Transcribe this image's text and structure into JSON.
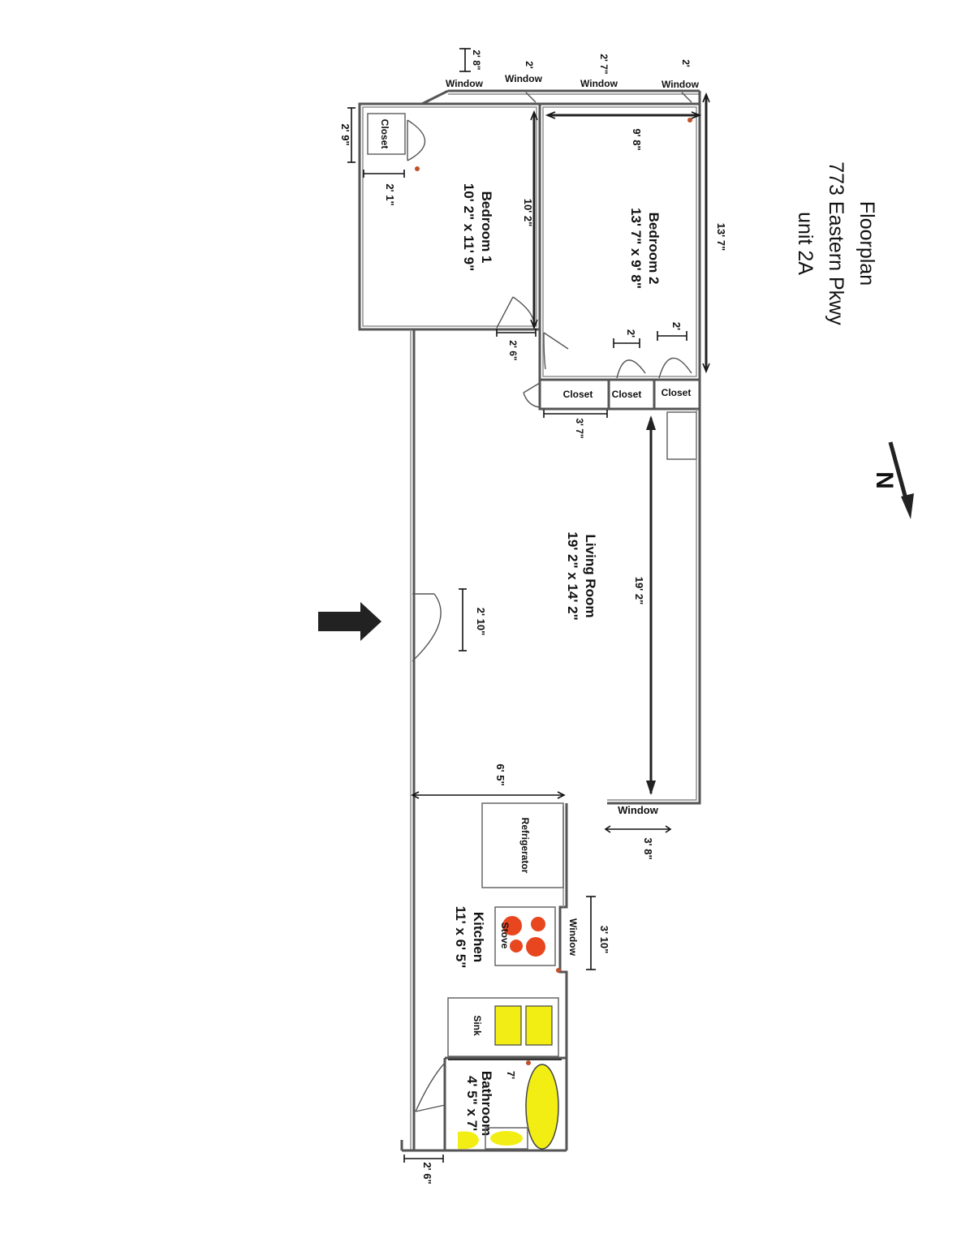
{
  "title": {
    "line1": "Floorplan",
    "line2": "773 Eastern Pkwy",
    "line3": "unit 2A"
  },
  "compass": {
    "label": "N"
  },
  "rooms": {
    "bedroom1": {
      "name": "Bedroom 1",
      "size": "10' 2\" x 11' 9\""
    },
    "bedroom2": {
      "name": "Bedroom 2",
      "size": "13' 7\" x 9' 8\""
    },
    "living": {
      "name": "Living Room",
      "size": "19' 2\" x 14' 2\""
    },
    "kitchen": {
      "name": "Kitchen",
      "size": "11' x 6' 5\""
    },
    "bathroom": {
      "name": "Bathroom",
      "size": "4' 5\" x 7'"
    }
  },
  "closets": {
    "bedroom1": "Closet",
    "hall_a": "Closet",
    "hall_b": "Closet",
    "hall_c": "Closet"
  },
  "fixtures": {
    "refrigerator": "Refrigerator",
    "stove": "Stove",
    "sink": "Sink"
  },
  "windows": {
    "w1": {
      "label": "Window",
      "dim": "2' 8\""
    },
    "w2": {
      "label": "Window",
      "dim": "2'"
    },
    "w3": {
      "label": "Window",
      "dim": "2' 7\""
    },
    "w4": {
      "label": "Window",
      "dim": "2'"
    },
    "living": {
      "label": "Window",
      "dim": "3' 8\""
    },
    "kitchen": {
      "label": "Window",
      "dim": "3' 10\""
    }
  },
  "dimensions": {
    "closet1_height": "2' 9\"",
    "closet1_width": "2' 1\"",
    "bedroom1_length": "10' 2\"",
    "bedroom2_width": "9' 8\"",
    "bedroom2_length": "13' 7\"",
    "bedroom1_door": "2' 6\"",
    "closet_b_width": "2'",
    "closet_c_width": "2'",
    "closet_a_width": "3' 7\"",
    "living_length": "19' 2\"",
    "entry_door": "2' 10\"",
    "kitchen_width": "6' 5\"",
    "bathroom_length": "7'",
    "bathroom_door": "2' 6\""
  },
  "colors": {
    "stove_burner": "#e8461e",
    "fixture_yellow": "#f2ee14",
    "pipe": "#c0502a",
    "entry_arrow": "#222222"
  }
}
